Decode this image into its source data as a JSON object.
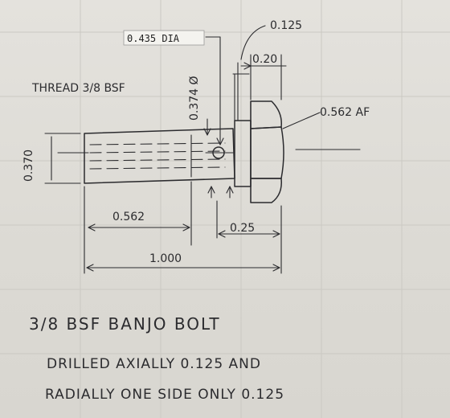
{
  "drawing": {
    "title": "3/8 BSF BANJO BOLT",
    "notes": [
      "DRILLED AXIALLY 0.125 AND",
      "RADIALLY ONE SIDE ONLY 0.125"
    ],
    "thread_label": "THREAD 3/8 BSF",
    "dimensions": {
      "hole_dia": "0.435 DIA",
      "top_hole": "0.125",
      "head_width": "0.20",
      "across_flats": "0.562 AF",
      "undercut_dia": "0.374 Ø",
      "shank_dia": "0.370",
      "thread_length": "0.562",
      "head_offset": "0.25",
      "overall_length": "1.000"
    }
  }
}
